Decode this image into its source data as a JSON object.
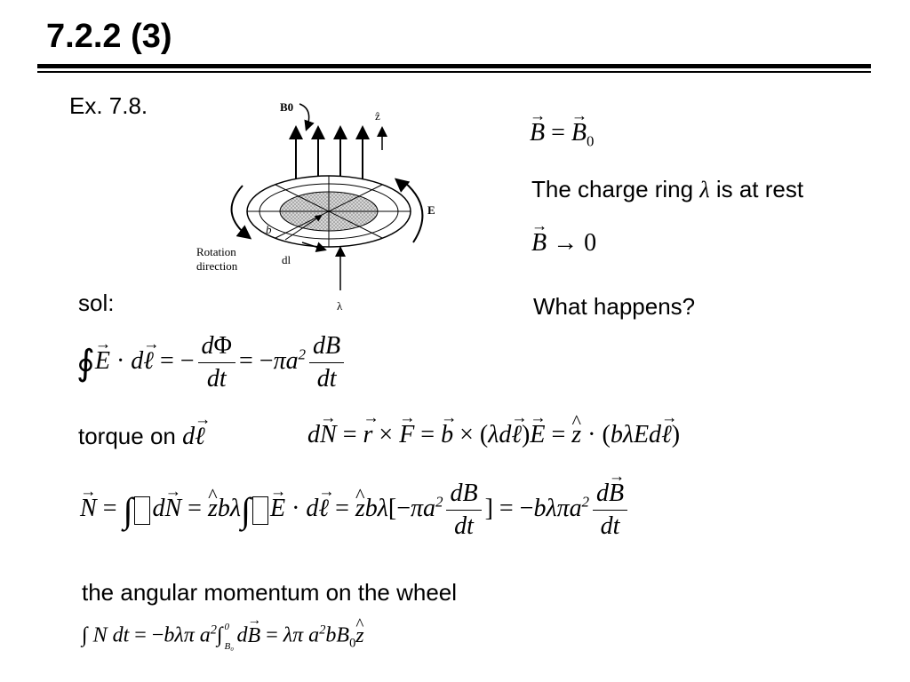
{
  "slide": {
    "title": "7.2.2 (3)",
    "example": "Ex. 7.8.",
    "sol_label": "sol:",
    "torque_label": "torque on",
    "charge_ring_text_pre": "The charge ring",
    "charge_ring_symbol": "λ",
    "charge_ring_text_post": "is at rest",
    "what_happens": "What happens?",
    "angular_momentum_label": "the angular momentum on the wheel"
  },
  "diagram": {
    "b0_label": "B0",
    "z_label": "ẑ",
    "e_label": "E",
    "b_label": "b",
    "dl_label": "dl",
    "lambda_label": "λ",
    "rotation_line1": "Rotation",
    "rotation_line2": "direction"
  },
  "equations": {
    "b_eq_b0": "B = B0",
    "b_to_zero": "B → 0",
    "line_integral": "∮ E · dℓ = −dΦ/dt = −πa² dB/dt",
    "dl_symbol": "dℓ",
    "torque": "dN = r × F = b × (λdℓ)E = ẑ · (bλEdℓ)",
    "total_torque": "N = ∫ dN = ẑbλ∫ E · dℓ = ẑbλ[−πa² dB/dt] = −bλπa² dB/dt",
    "angular_momentum": "∫ N dt = −bλπa² ∫_{B0}^{0} dB = λπa²bB0ẑ"
  }
}
